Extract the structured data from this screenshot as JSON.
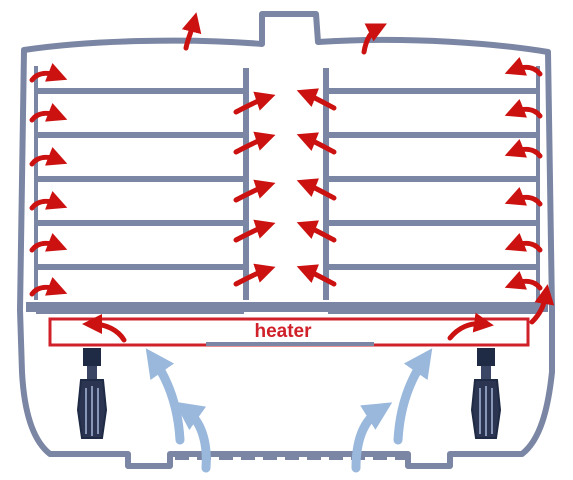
{
  "heater": {
    "label": "heater"
  },
  "colors": {
    "body_outline": "#7a86a3",
    "shelf": "#7a86a3",
    "heater": "#d0202a",
    "hot_air_arrow": "#cc1111",
    "intake_air_arrow": "#9ab8dc",
    "fan": "#1f2a44"
  },
  "shelves": {
    "per_side": 6
  },
  "icons": {
    "hot_air": "curved-arrow-red",
    "intake_air": "curved-arrow-blue",
    "fan": "fan-motor-icon"
  }
}
